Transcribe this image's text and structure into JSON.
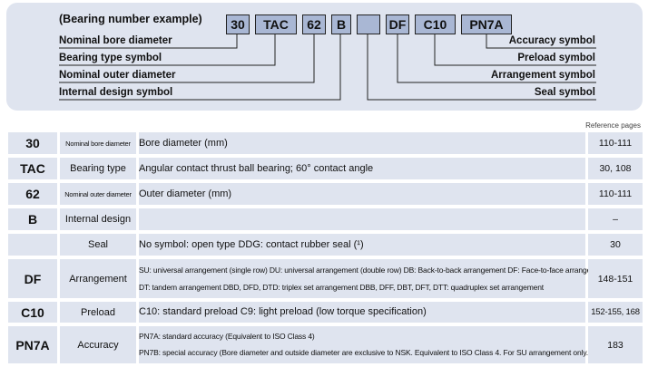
{
  "diagram": {
    "example_label": "(Bearing number example)",
    "parts": [
      "30",
      "TAC",
      "62",
      "B",
      "",
      "DF",
      "C10",
      "PN7A"
    ],
    "left_labels": [
      "Nominal bore diameter",
      "Bearing type symbol",
      "Nominal outer diameter",
      "Internal design symbol"
    ],
    "right_labels": [
      "Accuracy symbol",
      "Preload symbol",
      "Arrangement symbol",
      "Seal symbol"
    ]
  },
  "table": {
    "reference_header": "Reference pages",
    "rows": [
      {
        "code": "30",
        "name": "Nominal bore diameter",
        "desc": [
          "Bore diameter (mm)"
        ],
        "ref": "110-111"
      },
      {
        "code": "TAC",
        "name": "Bearing type",
        "desc": [
          "Angular contact thrust ball bearing; 60° contact angle"
        ],
        "ref": "30, 108"
      },
      {
        "code": "62",
        "name": "Nominal outer diameter",
        "desc": [
          "Outer diameter (mm)"
        ],
        "ref": "110-111"
      },
      {
        "code": "B",
        "name": "Internal design",
        "desc": [
          ""
        ],
        "ref": "–"
      },
      {
        "code": "",
        "name": "Seal",
        "desc": [
          "No symbol: open type  DDG: contact rubber seal (¹)"
        ],
        "ref": "30"
      },
      {
        "code": "DF",
        "name": "Arrangement",
        "desc": [
          "SU: universal arrangement (single row)  DU: universal arrangement (double row)  DB: Back-to-back arrangement  DF: Face-to-face arrangement",
          "DT: tandem arrangement  DBD, DFD, DTD: triplex set arrangement  DBB, DFF, DBT, DFT, DTT: quadruplex set arrangement"
        ],
        "ref": "148-151"
      },
      {
        "code": "C10",
        "name": "Preload",
        "desc": [
          "C10: standard preload  C9: light preload (low torque specification)"
        ],
        "ref": "152-155, 168"
      },
      {
        "code": "PN7A",
        "name": "Accuracy",
        "desc": [
          "PN7A: standard accuracy (Equivalent to ISO Class 4)",
          "PN7B: special accuracy (Bore diameter and outside diameter are exclusive to NSK. Equivalent to ISO Class 4. For SU arrangement only.)"
        ],
        "ref": "183"
      }
    ]
  }
}
